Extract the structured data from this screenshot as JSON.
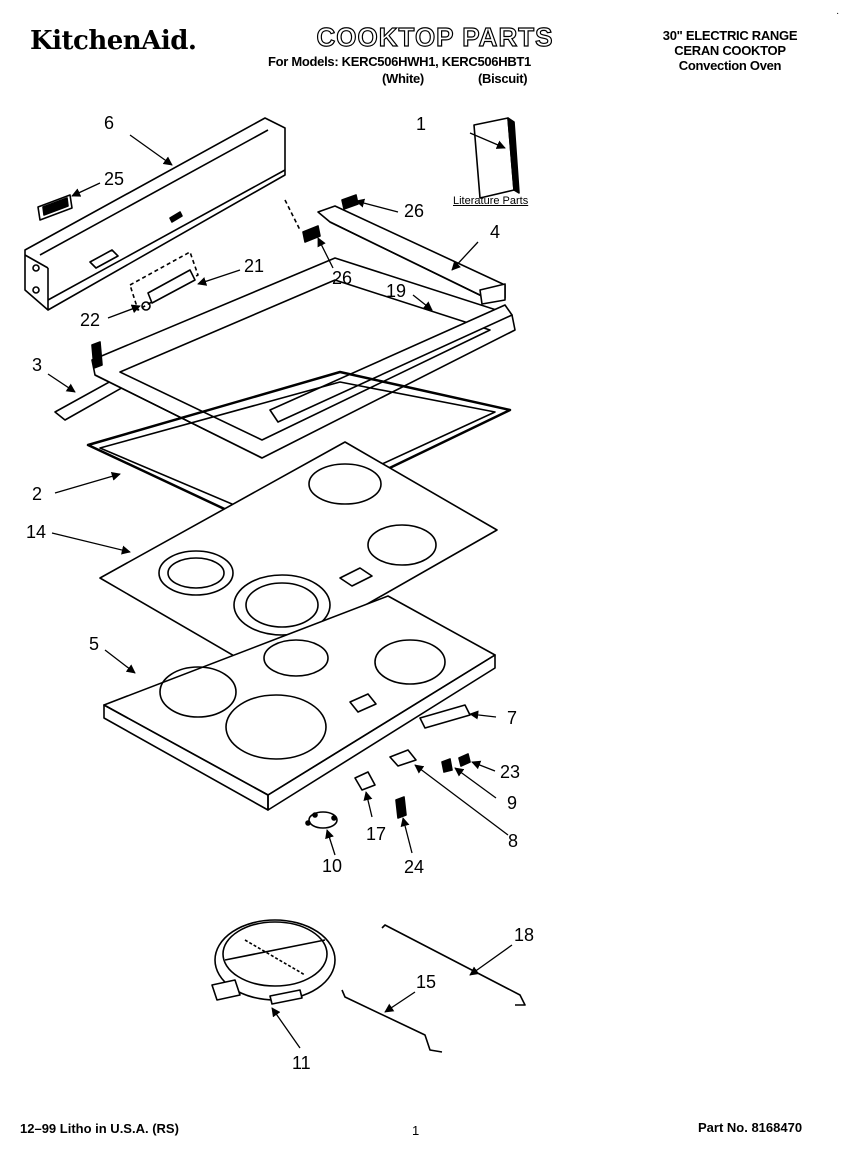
{
  "header": {
    "brand": "KitchenAid.",
    "title": "COOKTOP PARTS",
    "models_line": "For Models: KERC506HWH1, KERC506HBT1",
    "color_white": "(White)",
    "color_biscuit": "(Biscuit)",
    "right_line1": "30\" ELECTRIC RANGE",
    "right_line2": "CERAN COOKTOP",
    "right_line3": "Convection Oven"
  },
  "literature_label": "Literature Parts",
  "callouts": {
    "c1": "1",
    "c2": "2",
    "c3": "3",
    "c4": "4",
    "c5": "5",
    "c6": "6",
    "c7": "7",
    "c8": "8",
    "c9": "9",
    "c10": "10",
    "c11": "11",
    "c14": "14",
    "c15": "15",
    "c17": "17",
    "c18": "18",
    "c19": "19",
    "c21": "21",
    "c22": "22",
    "c23": "23",
    "c24": "24",
    "c25": "25",
    "c26a": "26",
    "c26b": "26"
  },
  "footer": {
    "left": "12–99 Litho in U.S.A. (RS)",
    "page": "1",
    "part_no": "Part No. 8168470"
  }
}
